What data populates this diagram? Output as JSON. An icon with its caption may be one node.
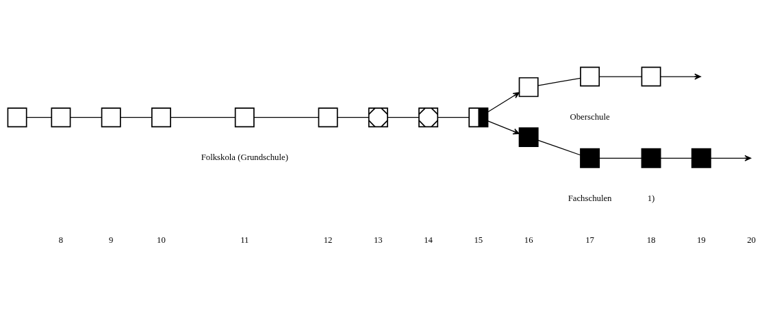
{
  "diagram": {
    "nodes": [
      {
        "text": [],
        "shape": "box"
      },
      {
        "text": [],
        "shape": "box"
      },
      {
        "text": [],
        "shape": "box"
      },
      {
        "text": [],
        "shape": "box"
      },
      {
        "text": [],
        "shape": "box"
      },
      {
        "text": [],
        "shape": "box"
      },
      {
        "text": [],
        "shape": "box"
      },
      {
        "text": [],
        "shape": "box"
      },
      {
        "text": [],
        "shape": "box"
      },
      {
        "text": [],
        "shape": "box"
      },
      {
        "text": [],
        "shape": "box"
      },
      {
        "text": [],
        "shape": "box"
      },
      {
        "text": [],
        "shape": "box"
      },
      {
        "text": [],
        "shape": "box"
      },
      {
        "text": [],
        "shape": "box"
      },
      {
        "text": [],
        "shape": "box"
      }
    ],
    "edges": [
      {
        "from": 0,
        "to": 1,
        "arrow": "none"
      },
      {
        "from": 1,
        "to": 2,
        "arrow": "none"
      },
      {
        "from": 2,
        "to": 3,
        "arrow": "none"
      },
      {
        "from": 3,
        "to": 4,
        "arrow": "none"
      },
      {
        "from": 4,
        "to": 5,
        "arrow": "none"
      },
      {
        "from": 5,
        "to": 6,
        "arrow": "none"
      },
      {
        "from": 6,
        "to": 7,
        "arrow": "none"
      },
      {
        "from": 7,
        "to": 8,
        "arrow": "none"
      },
      {
        "from": 8,
        "to": 9,
        "arrow": "to"
      },
      {
        "from": 9,
        "to": 10,
        "arrow": "none"
      },
      {
        "from": 10,
        "to": 11,
        "arrow": "none"
      },
      {
        "from": 11,
        "to": null,
        "arrow": "to"
      },
      {
        "from": 8,
        "to": 12,
        "arrow": "to"
      },
      {
        "from": 12,
        "to": 13,
        "arrow": "none"
      },
      {
        "from": 13,
        "to": 14,
        "arrow": "none"
      },
      {
        "from": 14,
        "to": 15,
        "arrow": "none"
      },
      {
        "from": 15,
        "to": null,
        "arrow": "to"
      }
    ],
    "labels": [
      "Oberschule",
      "Folkskola (Grundschule)",
      "Fachschulen",
      "1)",
      "8",
      "9",
      "10",
      "11",
      "12",
      "13",
      "14",
      "15",
      "16",
      "17",
      "18",
      "19",
      "20"
    ]
  }
}
